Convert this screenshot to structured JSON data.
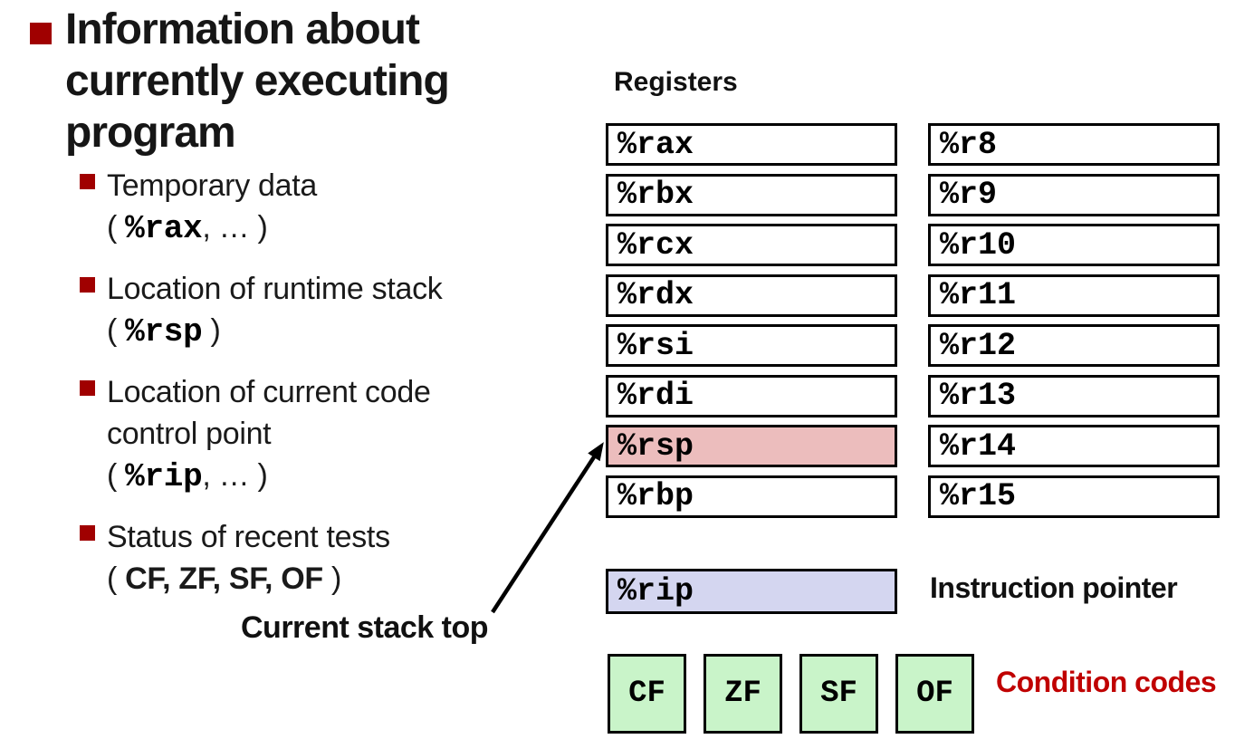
{
  "colors": {
    "bullet_red": "#a00000",
    "caption_red": "#c00000",
    "rsp_highlight_pink": "#ecbdbd",
    "rip_lavender": "#d4d6f0",
    "flag_green": "#c9f4c9"
  },
  "left_panel": {
    "title_lines": [
      "Information about",
      "currently executing",
      "program"
    ],
    "bullets": [
      {
        "lines": [
          [
            {
              "t": "Temporary data",
              "s": "sans"
            }
          ],
          [
            {
              "t": "( ",
              "s": "sans"
            },
            {
              "t": "%rax",
              "s": "mono"
            },
            {
              "t": ", … )",
              "s": "sans"
            }
          ]
        ]
      },
      {
        "lines": [
          [
            {
              "t": "Location of runtime stack",
              "s": "sans"
            }
          ],
          [
            {
              "t": "( ",
              "s": "sans"
            },
            {
              "t": "%rsp",
              "s": "mono"
            },
            {
              "t": " )",
              "s": "sans"
            }
          ]
        ]
      },
      {
        "lines": [
          [
            {
              "t": "Location of current code",
              "s": "sans"
            }
          ],
          [
            {
              "t": "control point",
              "s": "sans"
            }
          ],
          [
            {
              "t": "( ",
              "s": "sans"
            },
            {
              "t": "%rip",
              "s": "mono"
            },
            {
              "t": ", … )",
              "s": "sans"
            }
          ]
        ]
      },
      {
        "lines": [
          [
            {
              "t": "Status of recent tests",
              "s": "sans"
            }
          ],
          [
            {
              "t": "( ",
              "s": "sans"
            },
            {
              "t": "CF, ZF, SF, OF",
              "s": "bold"
            },
            {
              "t": " )",
              "s": "sans"
            }
          ]
        ]
      }
    ],
    "stack_top_label": "Current stack top"
  },
  "registers": {
    "heading": "Registers",
    "left_column": [
      {
        "name": "%rax"
      },
      {
        "name": "%rbx"
      },
      {
        "name": "%rcx"
      },
      {
        "name": "%rdx"
      },
      {
        "name": "%rsi"
      },
      {
        "name": "%rdi"
      },
      {
        "name": "%rsp",
        "highlight": true
      },
      {
        "name": "%rbp"
      }
    ],
    "right_column": [
      {
        "name": "%r8"
      },
      {
        "name": "%r9"
      },
      {
        "name": "%r10"
      },
      {
        "name": "%r11"
      },
      {
        "name": "%r12"
      },
      {
        "name": "%r13"
      },
      {
        "name": "%r14"
      },
      {
        "name": "%r15"
      }
    ],
    "rip_label": "%rip",
    "rip_caption": "Instruction pointer",
    "flags": [
      "CF",
      "ZF",
      "SF",
      "OF"
    ],
    "flags_caption": "Condition codes"
  }
}
